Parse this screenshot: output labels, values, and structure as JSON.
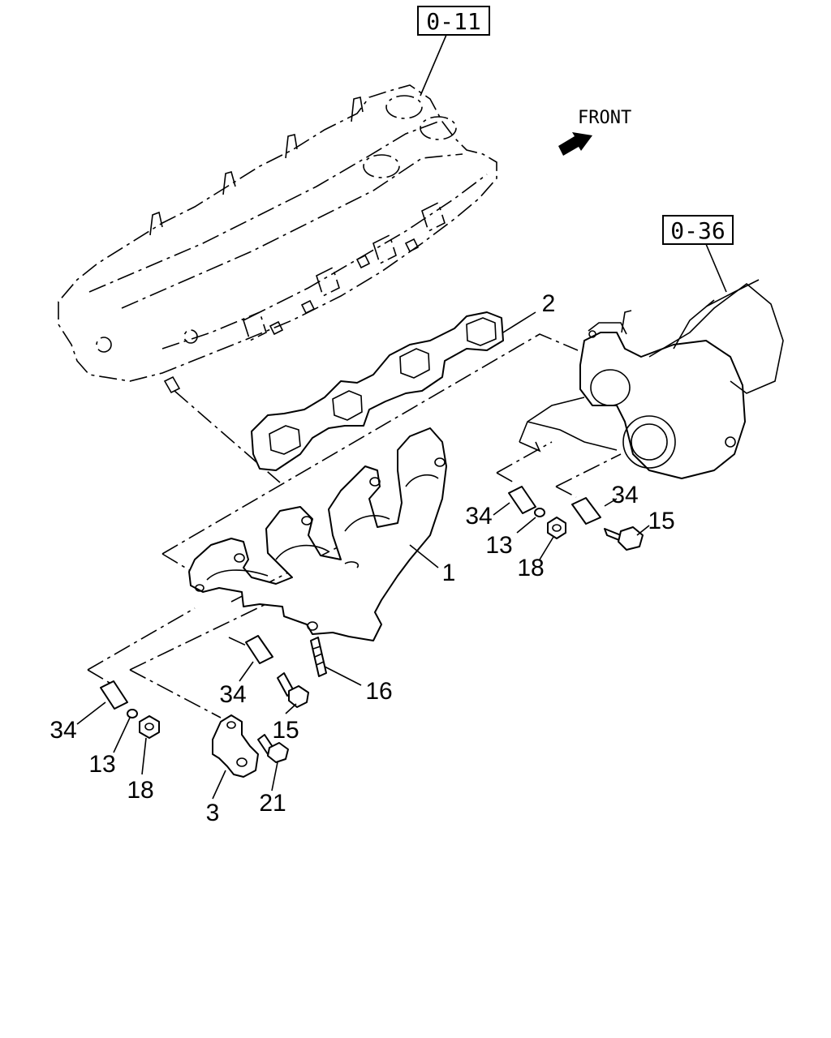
{
  "references": {
    "cylinder_head": "0-11",
    "turbocharger": "0-36"
  },
  "direction": {
    "text": "FRONT"
  },
  "callouts": {
    "exhaust_manifold": "1",
    "manifold_gasket": "2",
    "bracket": "3",
    "washer_left": "13",
    "washer_right": "13",
    "bolt_center": "15",
    "bolt_right": "15",
    "stud": "16",
    "nut_left": "18",
    "nut_right": "18",
    "bolt_bracket": "21",
    "spacer_left": "34",
    "spacer_center": "34",
    "spacer_right_a": "34",
    "spacer_right_b": "34"
  }
}
